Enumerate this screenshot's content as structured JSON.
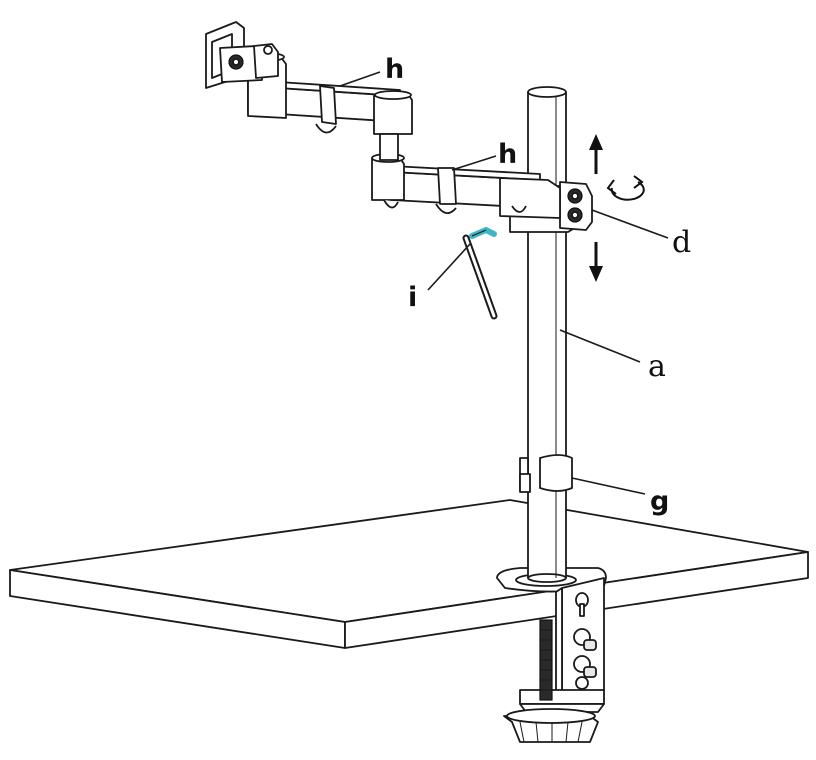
{
  "labels": {
    "h_upper": "h",
    "h_lower": "h",
    "d": "d",
    "i": "i",
    "a": "a",
    "g": "g"
  },
  "colors": {
    "line": "#1a1a1a",
    "hex_key_tip": "#3fb6c8",
    "background": "#ffffff"
  },
  "icons": {
    "up_arrow": "arrow-up-icon",
    "down_arrow": "arrow-down-icon",
    "rotate": "rotate-icon"
  }
}
